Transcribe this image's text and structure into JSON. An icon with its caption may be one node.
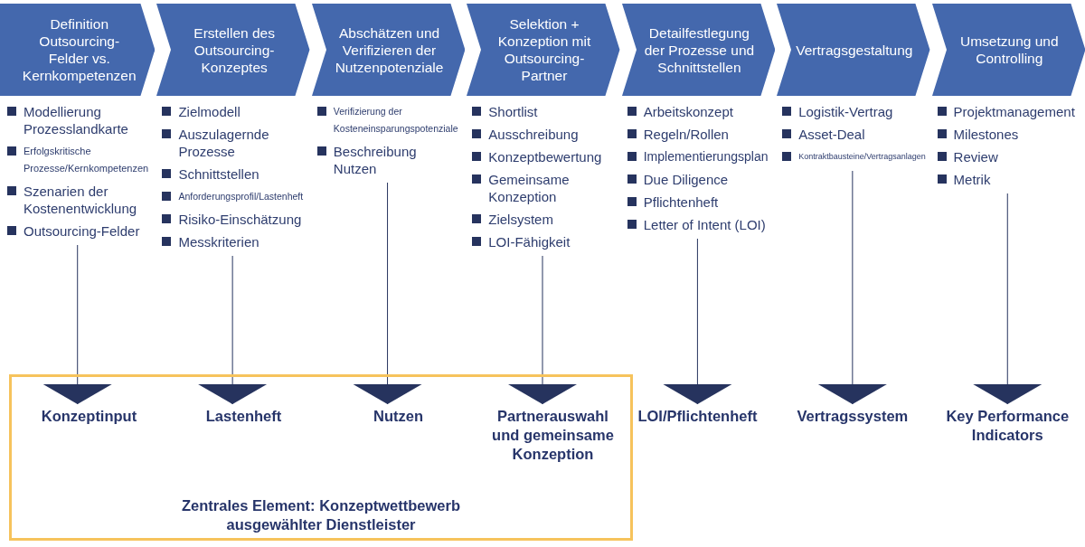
{
  "diagram": {
    "nodes": [
      {
        "text": [
          "Definition Outsourcing-Felder vs. Kernkompetenzen"
        ]
      },
      {
        "text": [
          "Erstellen des Outsourcing-Konzeptes"
        ]
      },
      {
        "text": [
          "Abschätzen und Verifizieren der Nutzenpotenziale"
        ]
      },
      {
        "text": [
          "Selektion + Konzeption mit Outsourcing-Partner"
        ]
      },
      {
        "text": [
          "Detailfestlegung der Prozesse und Schnittstellen"
        ]
      },
      {
        "text": [
          "Vertragsgestaltung"
        ]
      },
      {
        "text": [
          "Umsetzung und Controlling"
        ]
      },
      {
        "text": [
          "Modellierung Prozesslandkarte",
          "Erfolgskritische Prozesse/Kernkompetenzen",
          "Szenarien der Kostenentwicklung",
          "Outsourcing-Felder"
        ]
      },
      {
        "text": [
          "Zielmodell",
          "Auszulagernde Prozesse",
          "Schnittstellen",
          "Anforderungsprofil/Lastenheft",
          "Risiko-Einschätzung",
          "Messkriterien"
        ]
      },
      {
        "text": [
          "Verifizierung der Kosteneinsparungspotenziale",
          "Beschreibung Nutzen"
        ]
      },
      {
        "text": [
          "Shortlist",
          "Ausschreibung",
          "Konzeptbewertung",
          "Gemeinsame Konzeption",
          "Zielsystem",
          "LOI-Fähigkeit"
        ]
      },
      {
        "text": [
          "Arbeitskonzept",
          "Regeln/Rollen",
          "Implementierungsplan",
          "Due Diligence",
          "Pflichtenheft",
          "Letter of Intent (LOI)"
        ]
      },
      {
        "text": [
          "Logistik-Vertrag",
          "Asset-Deal",
          "Kontraktbausteine/Vertragsanlagen"
        ]
      },
      {
        "text": [
          "Projektmanagement",
          "Milestones",
          "Review",
          "Metrik"
        ]
      },
      {
        "text": [
          "Zentrales Element: Konzeptwettbewerb ausgewählter Dienstleister"
        ]
      },
      {
        "text": [
          "Konzeptinput"
        ],
        "in": 14
      },
      {
        "text": [
          "Lastenheft"
        ],
        "in": 14
      },
      {
        "text": [
          "Nutzen"
        ],
        "in": 14
      },
      {
        "text": [
          "Partnerauswahl und gemeinsame Konzeption"
        ],
        "in": 14
      },
      {
        "text": [
          "LOI/Pflichtenheft"
        ]
      },
      {
        "text": [
          "Vertragssystem"
        ]
      },
      {
        "text": [
          "Key Performance Indicators"
        ]
      }
    ],
    "edges": [
      {
        "from": 7,
        "to": 15,
        "arrow": "to"
      },
      {
        "from": 8,
        "to": 16,
        "arrow": "to"
      },
      {
        "from": 9,
        "to": 17,
        "arrow": "to"
      },
      {
        "from": 10,
        "to": 18,
        "arrow": "to"
      },
      {
        "from": 11,
        "to": 19,
        "arrow": "to"
      },
      {
        "from": 12,
        "to": 20,
        "arrow": "to"
      },
      {
        "from": 13,
        "to": 21,
        "arrow": "to"
      }
    ]
  }
}
